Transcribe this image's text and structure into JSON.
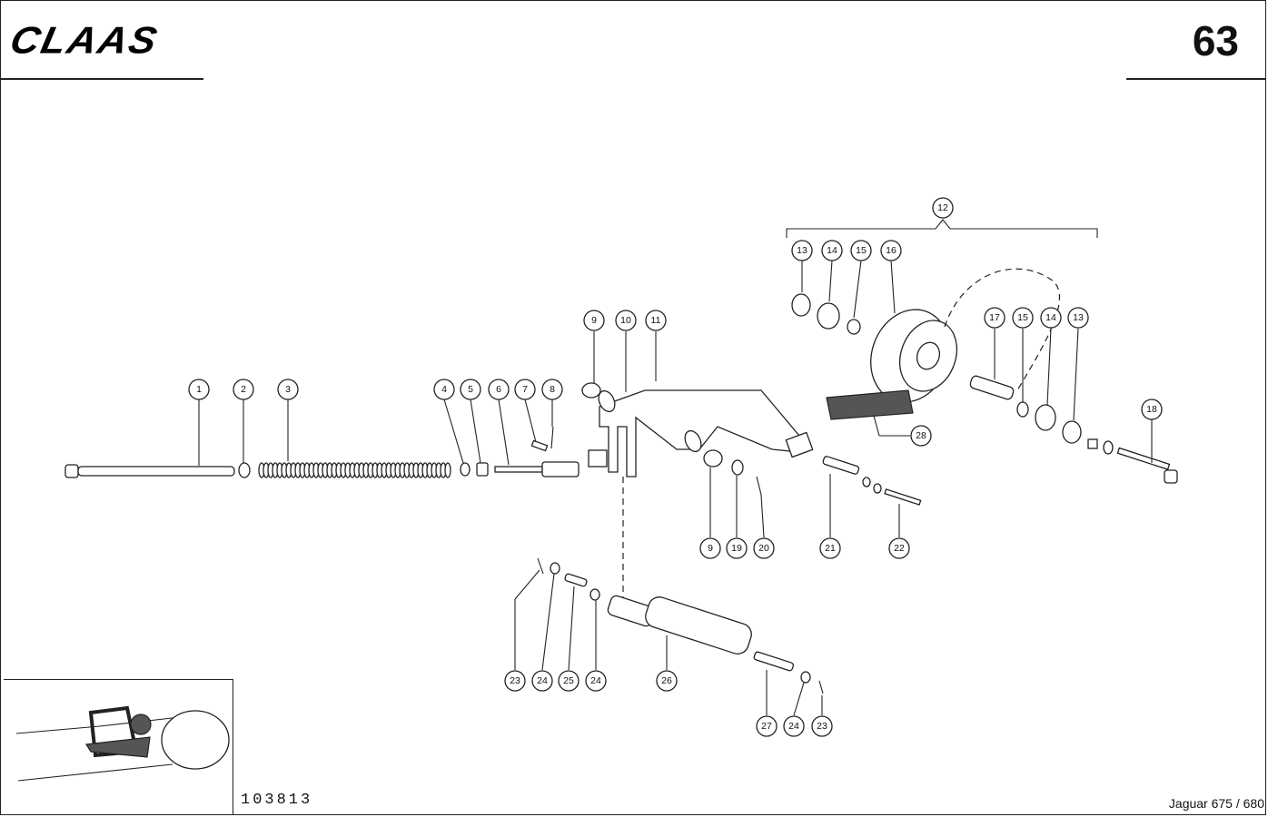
{
  "header": {
    "brand": "CLAAS",
    "page_number": "63"
  },
  "footer": {
    "drawing_number": "103813",
    "model": "Jaguar 675 / 680"
  },
  "callouts": [
    {
      "label": "1"
    },
    {
      "label": "2"
    },
    {
      "label": "3"
    },
    {
      "label": "4"
    },
    {
      "label": "5"
    },
    {
      "label": "6"
    },
    {
      "label": "7"
    },
    {
      "label": "8"
    },
    {
      "label": "9"
    },
    {
      "label": "10"
    },
    {
      "label": "11"
    },
    {
      "label": "12"
    },
    {
      "label": "13"
    },
    {
      "label": "14"
    },
    {
      "label": "15"
    },
    {
      "label": "16"
    },
    {
      "label": "17"
    },
    {
      "label": "15"
    },
    {
      "label": "14"
    },
    {
      "label": "13"
    },
    {
      "label": "18"
    },
    {
      "label": "28"
    },
    {
      "label": "9"
    },
    {
      "label": "19"
    },
    {
      "label": "20"
    },
    {
      "label": "21"
    },
    {
      "label": "22"
    },
    {
      "label": "23"
    },
    {
      "label": "24"
    },
    {
      "label": "25"
    },
    {
      "label": "24"
    },
    {
      "label": "26"
    },
    {
      "label": "27"
    },
    {
      "label": "24"
    },
    {
      "label": "23"
    }
  ]
}
